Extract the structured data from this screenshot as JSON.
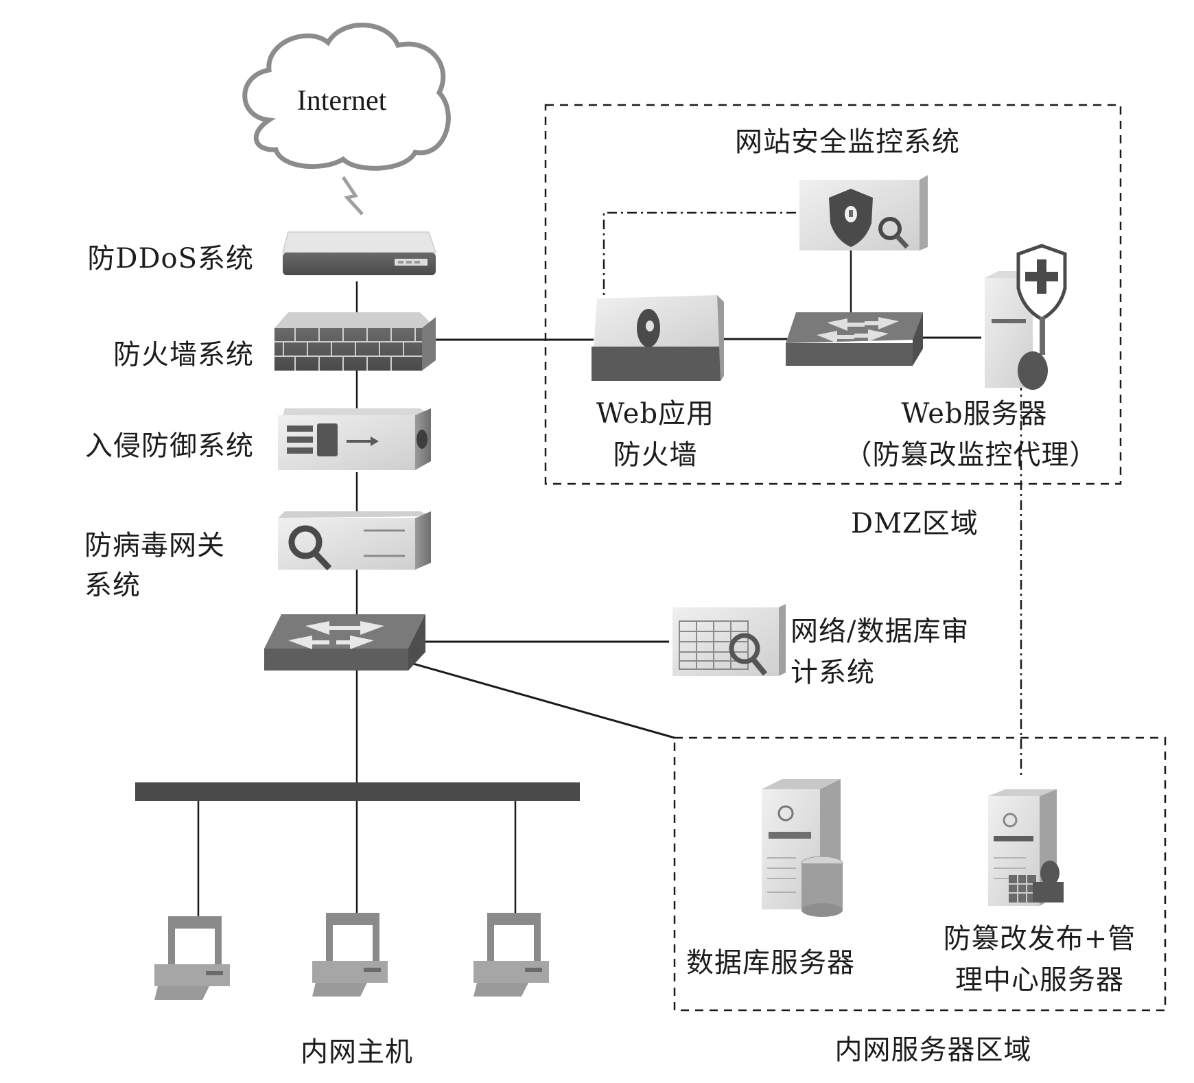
{
  "diagram": {
    "title": "",
    "internet": {
      "label": "Internet"
    },
    "left_chain": [
      {
        "id": "ddos",
        "label": "防DDoS系统",
        "icon": "ddos-appliance-icon"
      },
      {
        "id": "firewall",
        "label": "防火墙系统",
        "icon": "firewall-brick-icon"
      },
      {
        "id": "ips",
        "label": "入侵防御系统",
        "icon": "ips-appliance-icon"
      },
      {
        "id": "antivirus",
        "label_line1": "防病毒网关",
        "label_line2": "系统",
        "icon": "antivirus-gateway-icon"
      },
      {
        "id": "core_switch",
        "label": "",
        "icon": "switch-icon"
      }
    ],
    "audit": {
      "label_line1": "网络/数据库审",
      "label_line2": "计系统",
      "icon": "audit-table-icon"
    },
    "dmz": {
      "zone_label": "DMZ区域",
      "monitor_title": "网站安全监控系统",
      "monitor_icon": "shield-search-icon",
      "waf": {
        "label_line1": "Web应用",
        "label_line2": "防火墙",
        "icon": "web-app-firewall-icon"
      },
      "switch": {
        "icon": "switch-icon"
      },
      "web_server": {
        "label_line1": "Web服务器",
        "label_line2": "（防篡改监控代理）",
        "icon": "web-server-shield-icon"
      }
    },
    "intranet_hosts": {
      "label": "内网主机",
      "hosts": [
        {
          "icon": "desktop-computer-icon"
        },
        {
          "icon": "desktop-computer-icon"
        },
        {
          "icon": "desktop-computer-icon"
        }
      ]
    },
    "server_zone": {
      "zone_label": "内网服务器区域",
      "db_server": {
        "label": "数据库服务器",
        "icon": "database-server-icon"
      },
      "mgmt_server": {
        "label_line1": "防篡改发布+管",
        "label_line2": "理中心服务器",
        "icon": "management-server-icon"
      }
    },
    "colors": {
      "line": "#1a1a1a",
      "device_dark": "#5a5a5a",
      "device_mid": "#8a8a8a",
      "device_light": "#d8d8d8",
      "cloud_stroke": "#8c8c8c",
      "bus": "#4a4a4a"
    }
  }
}
